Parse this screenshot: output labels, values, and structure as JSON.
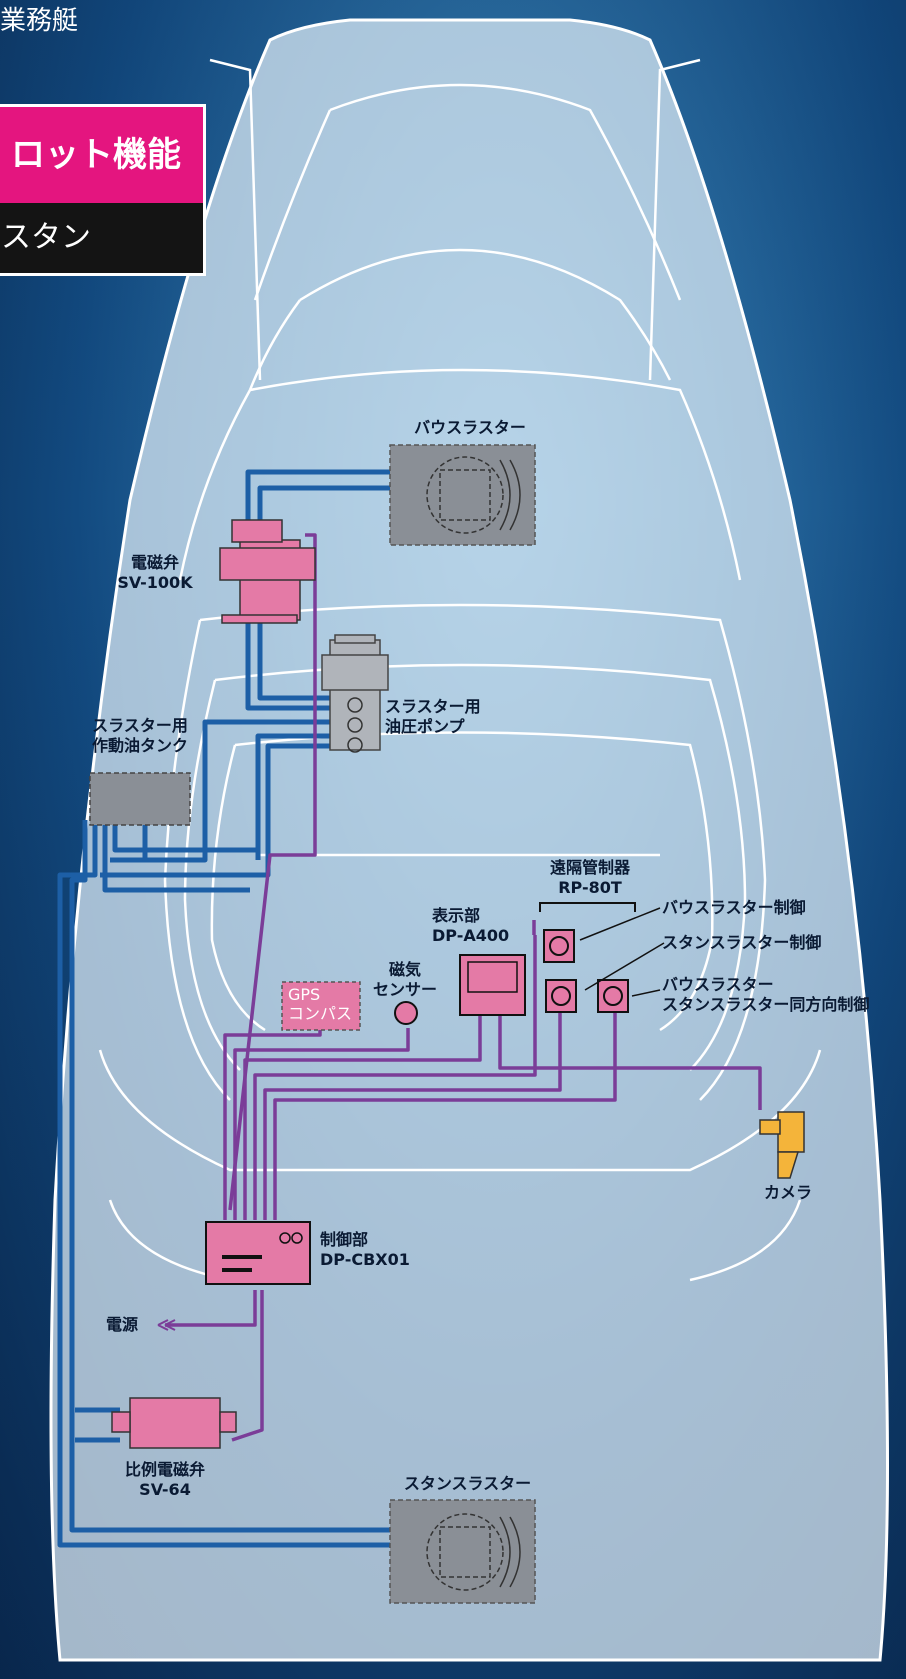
{
  "vessel_type": "業務艇",
  "feature_box": {
    "title": "ロット機能",
    "subtitle": "スタン"
  },
  "components": {
    "bow_thruster": "バウスラスター",
    "solenoid_valve": {
      "name": "電磁弁",
      "model": "SV-100K"
    },
    "pump": {
      "line1": "スラスター用",
      "line2": "油圧ポンプ"
    },
    "tank": {
      "line1": "スラスター用",
      "line2": "作動油タンク"
    },
    "remote_controller": {
      "name": "遠隔管制器",
      "model": "RP-80T"
    },
    "display": {
      "name": "表示部",
      "model": "DP-A400"
    },
    "ctrl_bow": "バウスラスター制御",
    "ctrl_stern": "スタンスラスター制御",
    "ctrl_same": {
      "line1": "バウスラスター",
      "line2": "スタンスラスター同方向制御"
    },
    "mag_sensor": {
      "line1": "磁気",
      "line2": "センサー"
    },
    "gps": {
      "line1": "GPS",
      "line2": "コンパス"
    },
    "camera": "カメラ",
    "control_unit": {
      "name": "制御部",
      "model": "DP-CBX01"
    },
    "power": "電源",
    "prop_valve": {
      "name": "比例電磁弁",
      "model": "SV-64"
    },
    "stern_thruster": "スタンスラスター"
  },
  "colors": {
    "hydraulic_line": "#1d5fa6",
    "signal_line": "#7b3d98",
    "device_pink": "#e47aa6",
    "thruster_gray": "#8a8f96",
    "camera_yellow": "#f4b43a",
    "accent_magenta": "#e4157f"
  }
}
